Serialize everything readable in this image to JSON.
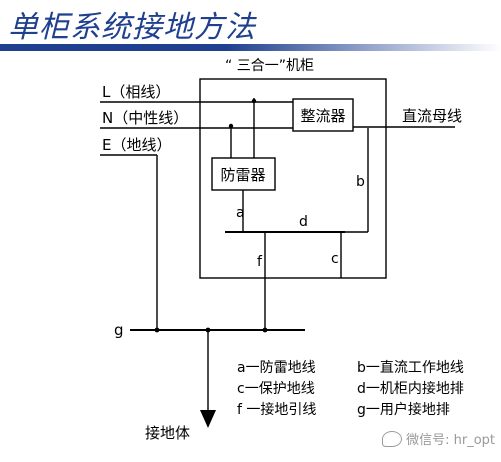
{
  "title": "单柜系统接地方法",
  "cabinet_label": "“ 三合一”机柜",
  "lines": {
    "L": "L（相线）",
    "N": "N（中性线）",
    "E": "E（地线）"
  },
  "components": {
    "rectifier": "整流器",
    "surge_protector": "防雷器",
    "dc_bus": "直流母线",
    "ground_body": "接地体"
  },
  "wire_labels": {
    "a": "a",
    "b": "b",
    "c": "c",
    "d": "d",
    "f": "f",
    "g": "g"
  },
  "legend": [
    "a一防雷地线",
    "b一直流工作地线",
    "c一保护地线",
    "d一机柜内接地排",
    "f 一接地引线",
    "g一用户接地排"
  ],
  "watermark": "微信号: hr_opt"
}
